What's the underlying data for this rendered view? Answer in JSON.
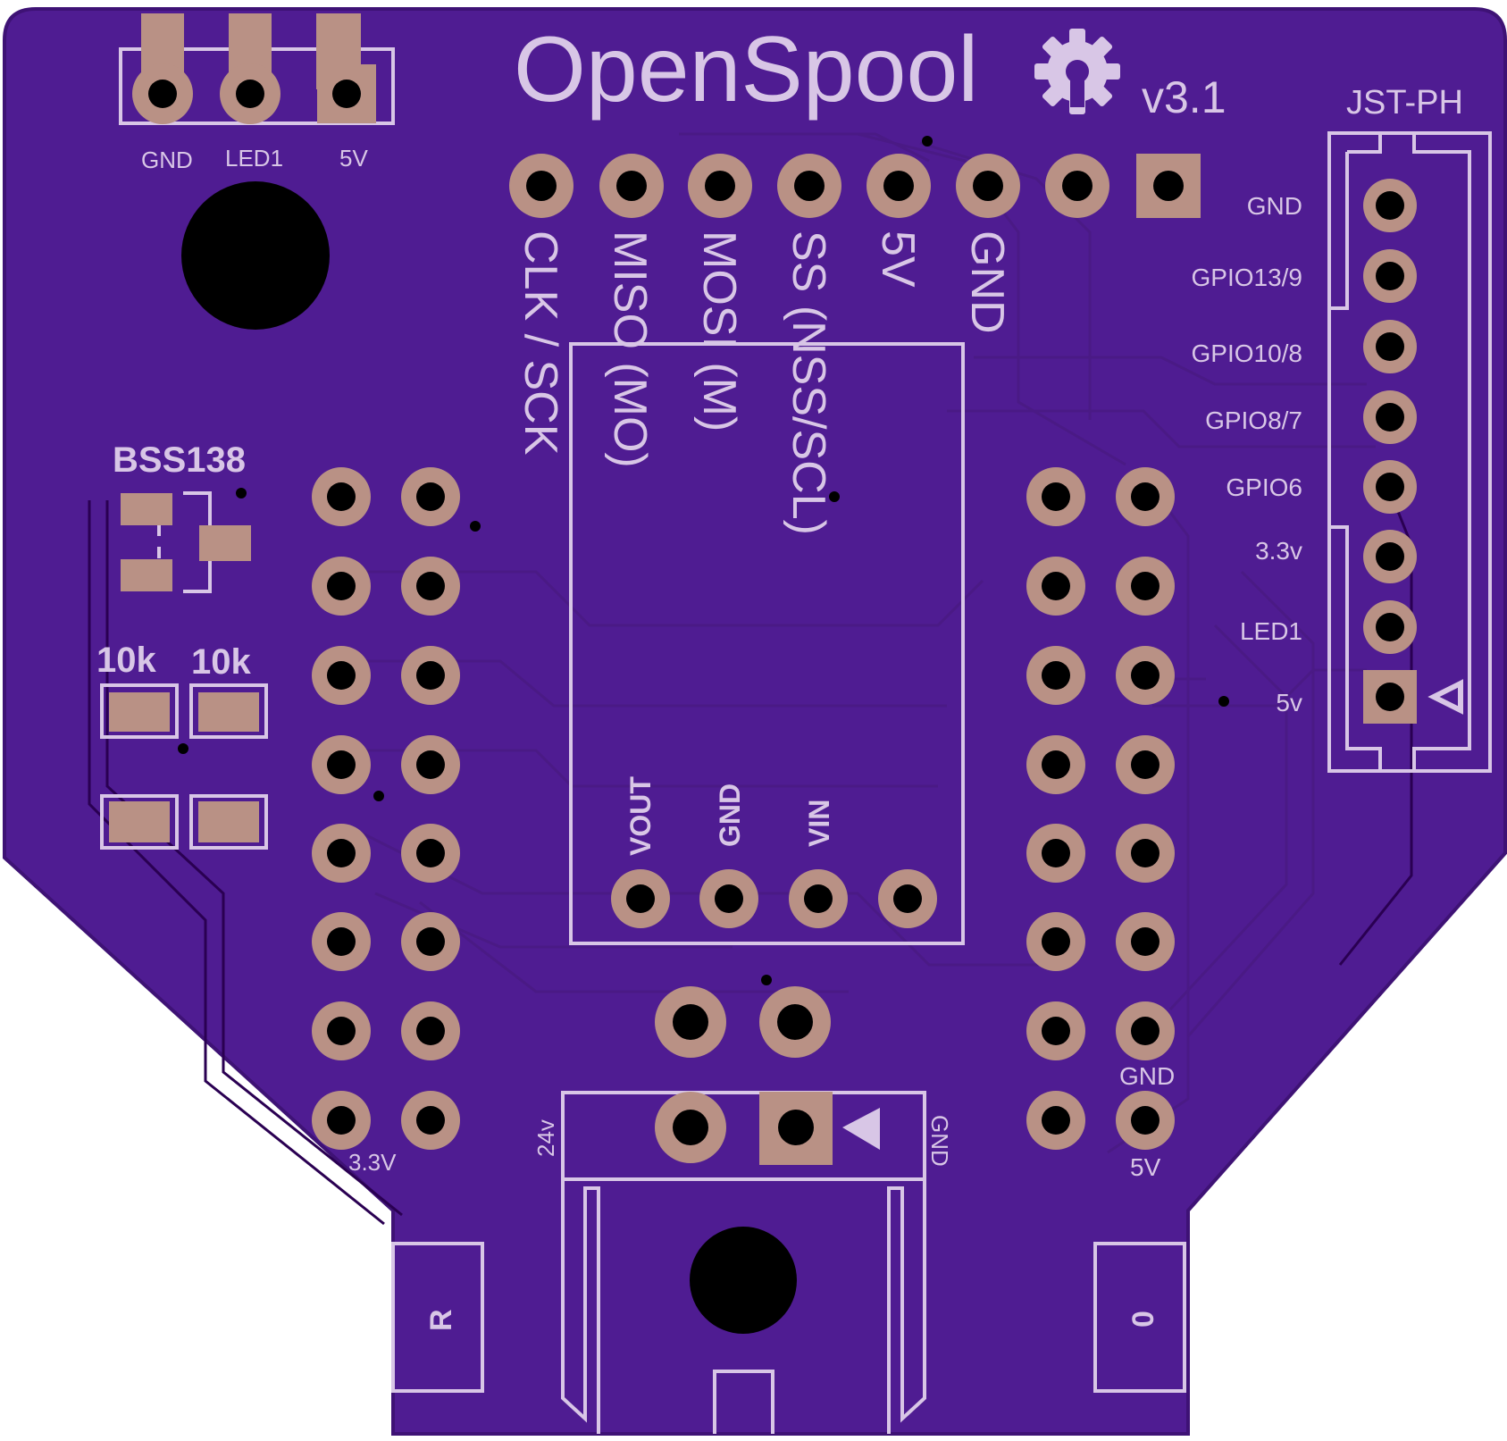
{
  "board": {
    "title": "OpenSpool",
    "version": "v3.1",
    "colors": {
      "board": "#4f1c92",
      "board_edge": "#3e1275",
      "trace_dark": "#2e0754",
      "silkscreen": "#d8c6e6",
      "copper": "#b99185",
      "hole": "#000000"
    }
  },
  "led_header": {
    "labels": [
      "GND",
      "LED1",
      "5V"
    ]
  },
  "nfc_header": {
    "labels": [
      "CLK / SCK",
      "MISO (MO)",
      "MOSI (M)",
      "SS (NSS/SCL)",
      "5V",
      "GND"
    ]
  },
  "jst": {
    "title": "JST-PH",
    "labels": [
      "GND",
      "GPIO13/9",
      "GPIO10/8",
      "GPIO8/7",
      "GPIO6",
      "3.3v",
      "LED1",
      "5v"
    ]
  },
  "parts": {
    "bss138": "BSS138",
    "r1": "10k",
    "r2": "10k"
  },
  "regulator": {
    "labels": [
      "VOUT",
      "GND",
      "VIN"
    ]
  },
  "mcu": {
    "left_bottom_label": "3.3V",
    "right_gnd_label": "GND",
    "right_5v_label": "5V"
  },
  "power": {
    "left_label": "24v",
    "right_label": "GND"
  },
  "buttons": {
    "left": "R",
    "right": "0"
  }
}
